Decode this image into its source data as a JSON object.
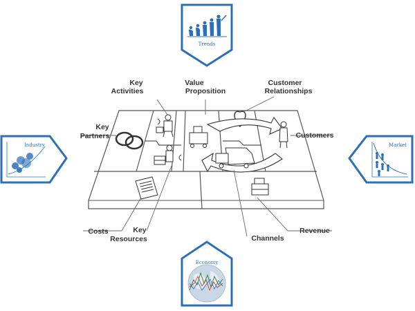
{
  "labels": {
    "key_activities_1": "Key",
    "key_activities_2": "Activities",
    "key_partners_1": "Key",
    "key_partners_2": "Partners",
    "value_prop_1": "Value",
    "value_prop_2": "Proposition",
    "cust_rel_1": "Customer",
    "cust_rel_2": "Relationships",
    "customers": "Customers",
    "costs": "Costs",
    "key_resources_1": "Key",
    "key_resources_2": "Resources",
    "channels": "Channels",
    "revenue": "Revenue"
  },
  "badges": {
    "trends": "Trends",
    "industry": "Industry",
    "market": "Market",
    "economy": "Economy"
  },
  "colors": {
    "badge_blue": "#2c6fb6",
    "text": "#333333",
    "line": "#555555"
  },
  "icons": [
    "evolution-icon",
    "bubble-chart-icon",
    "people-demand-icon",
    "globe-chart-icon"
  ]
}
